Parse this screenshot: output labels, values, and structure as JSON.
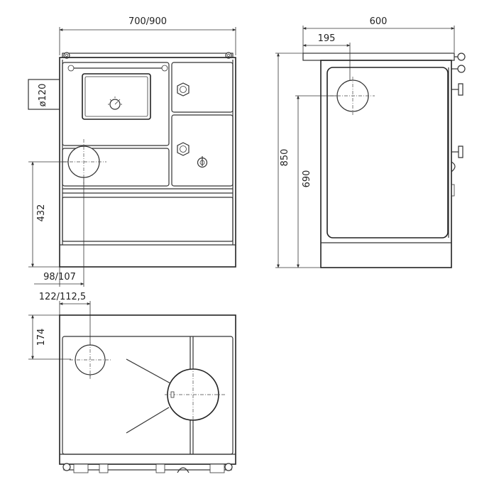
{
  "front_view": {
    "dim_width": "700/900",
    "dim_flue_diameter": "ø120",
    "dim_height_432": "432",
    "dim_offset_98_107": "98/107"
  },
  "side_view": {
    "dim_depth": "600",
    "dim_195": "195",
    "dim_height_850": "850",
    "dim_height_690": "690"
  },
  "top_view": {
    "dim_122_112": "122/112,5",
    "dim_174": "174"
  }
}
